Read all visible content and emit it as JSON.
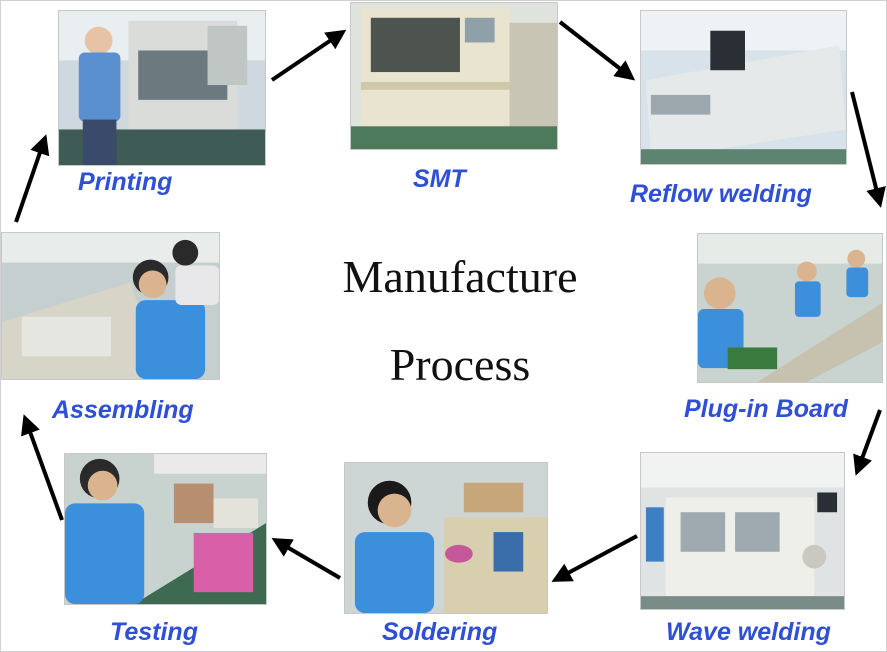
{
  "title": {
    "line1": "Manufacture",
    "line2": "Process"
  },
  "steps": [
    {
      "label": "Printing",
      "icon": "printing-photo"
    },
    {
      "label": "SMT",
      "icon": "smt-machine-photo"
    },
    {
      "label": "Reflow welding",
      "icon": "reflow-oven-photo"
    },
    {
      "label": "Plug-in Board",
      "icon": "plug-in-line-photo"
    },
    {
      "label": "Wave welding",
      "icon": "wave-solder-machine-photo"
    },
    {
      "label": "Soldering",
      "icon": "soldering-worker-photo"
    },
    {
      "label": "Testing",
      "icon": "testing-worker-photo"
    },
    {
      "label": "Assembling",
      "icon": "assembly-line-photo"
    }
  ],
  "colors": {
    "label": "#2e4fd6",
    "arrow": "#000000",
    "title": "#111111"
  }
}
